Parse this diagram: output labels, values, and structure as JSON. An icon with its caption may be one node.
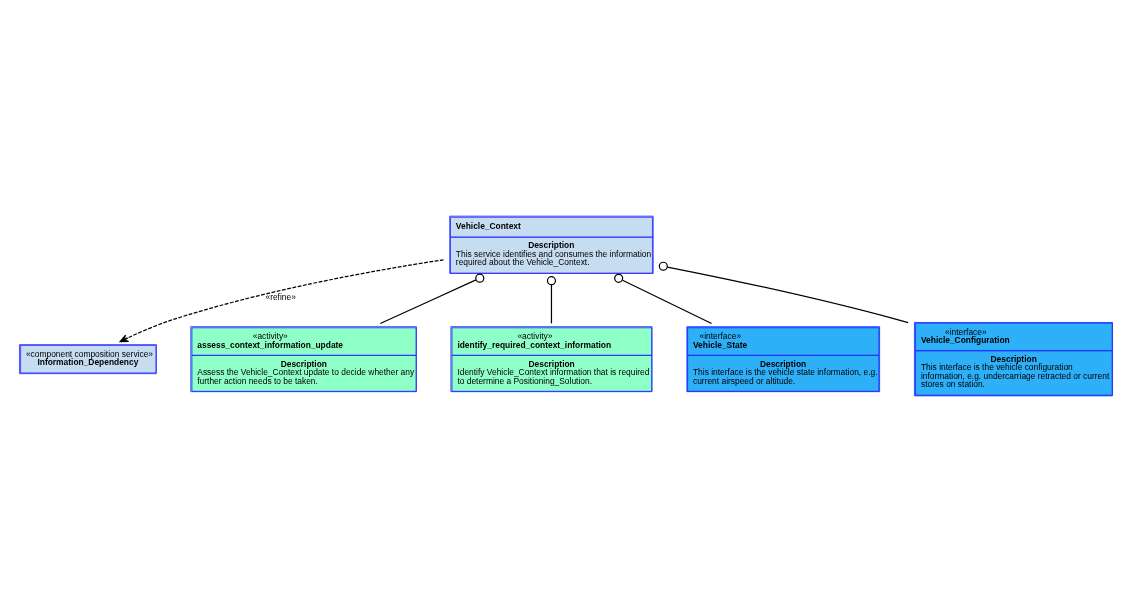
{
  "diagram": {
    "nodes": [
      {
        "text": [
          "«component composition service»",
          "Information_Dependency"
        ]
      },
      {
        "text": [
          "Vehicle_Context",
          "Description",
          "This service identifies and consumes the information required about the Vehicle_Context."
        ]
      },
      {
        "text": [
          "«activity»",
          "assess_context_information_update",
          "Description",
          "Assess the Vehicle_Context update to decide whether any further action needs to be taken."
        ]
      },
      {
        "text": [
          "«activity»",
          "identify_required_context_information",
          "Description",
          "Identify Vehicle_Context information that is required to determine a Positioning_Solution."
        ]
      },
      {
        "text": [
          "«interface»",
          "Vehicle_State",
          "Description",
          "This interface is the vehicle state information, e.g. current airspeed or altitude."
        ]
      },
      {
        "text": [
          "«interface»",
          "Vehicle_Configuration",
          "Description",
          "This interface is the vehicle configuration information, e.g. undercarriage retracted or current stores on station."
        ]
      }
    ],
    "edges": [
      {
        "from": 1,
        "to": 0,
        "arrow": "to",
        "style": "dashed",
        "label": "«refine»"
      },
      {
        "from": 1,
        "to": 2,
        "arrow": "other"
      },
      {
        "from": 1,
        "to": 3,
        "arrow": "other"
      },
      {
        "from": 1,
        "to": 4,
        "arrow": "other"
      },
      {
        "from": 1,
        "to": 5,
        "arrow": "other"
      }
    ]
  }
}
